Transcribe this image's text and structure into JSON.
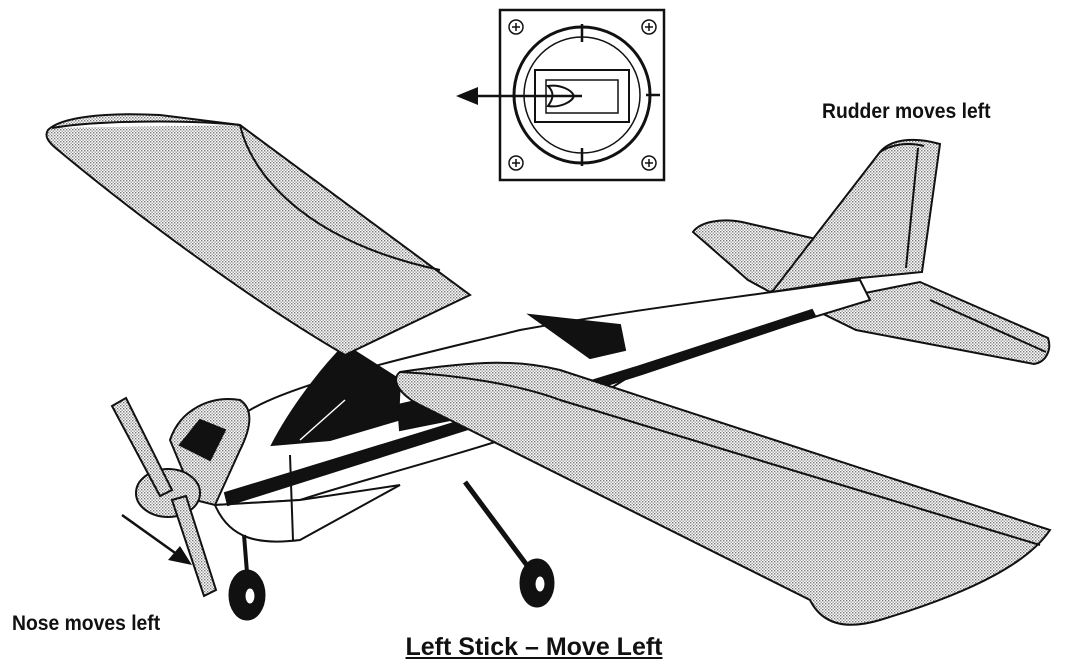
{
  "labels": {
    "rudder": "Rudder moves left",
    "nose": "Nose moves left",
    "caption": "Left Stick – Move Left"
  },
  "colors": {
    "ink": "#111111",
    "stipple": "#9a9a9a",
    "paper": "#ffffff"
  },
  "icons": {
    "gimbal": "transmitter-stick-gimbal-icon",
    "stick_direction": "arrow-left-icon",
    "nose_direction": "arrow-down-right-icon"
  }
}
